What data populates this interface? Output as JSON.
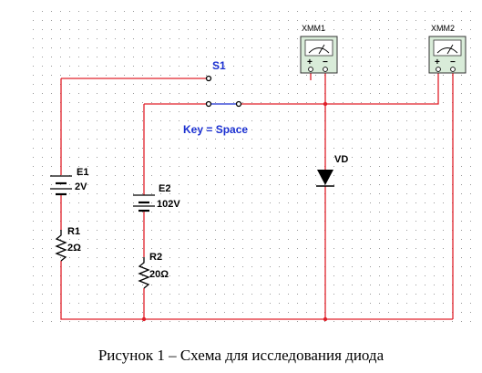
{
  "diagram": {
    "switch": {
      "name": "S1",
      "key_label": "Key = Space"
    },
    "sources": [
      {
        "name": "E1",
        "value": "2V"
      },
      {
        "name": "E2",
        "value": "102V"
      }
    ],
    "resistors": [
      {
        "name": "R1",
        "value": "2Ω"
      },
      {
        "name": "R2",
        "value": "20Ω"
      }
    ],
    "diode": {
      "name": "VD"
    },
    "multimeters": [
      {
        "name": "XMM1",
        "plus": "+",
        "minus": "−"
      },
      {
        "name": "XMM2",
        "plus": "+",
        "minus": "−"
      }
    ],
    "colors": {
      "wire": "#e0202a",
      "key_label": "#1a2fd0",
      "meter_face": "#d9ecd9",
      "grid_dot": "#9a9a9a"
    }
  },
  "caption": "Рисунок 1 – Схема для исследования диода"
}
